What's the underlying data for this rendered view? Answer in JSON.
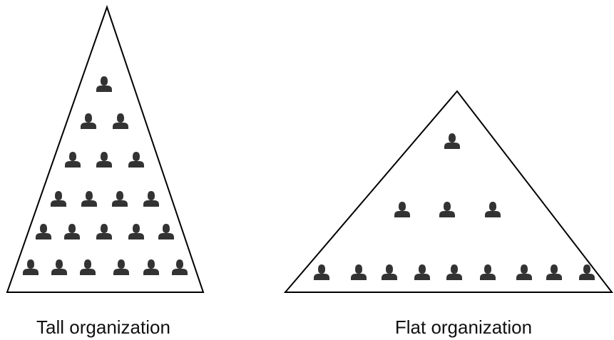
{
  "colors": {
    "outline": "#000000",
    "person_icon": "#333333"
  },
  "icon": "person-icon",
  "tall_organization": {
    "caption": "Tall organization",
    "levels": [
      1,
      2,
      3,
      4,
      5,
      6
    ]
  },
  "flat_organization": {
    "caption": "Flat organization",
    "levels": [
      1,
      3,
      9
    ]
  }
}
